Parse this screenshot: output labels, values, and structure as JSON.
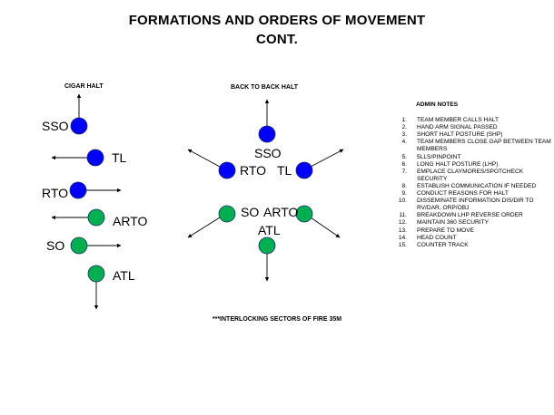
{
  "slide": {
    "title_line1": "FORMATIONS AND ORDERS OF MOVEMENT",
    "title_line2": "CONT."
  },
  "cigar": {
    "heading": "CIGAR HALT",
    "labels": {
      "sso": "SSO",
      "tl": "TL",
      "rto": "RTO",
      "arto": "ARTO",
      "so": "SO",
      "atl": "ATL"
    }
  },
  "b2b": {
    "heading": "BACK TO BACK HALT",
    "labels": {
      "sso": "SSO",
      "rto": "RTO",
      "tl": "TL",
      "so": "SO",
      "arto": "ARTO",
      "atl": "ATL"
    }
  },
  "admin": {
    "heading": "ADMIN NOTES",
    "items": [
      "TEAM MEMBER CALLS HALT",
      "HAND ARM SIGNAL PASSED",
      "SHORT HALT POSTURE (SHP)",
      "TEAM MEMBERS CLOSE GAP BETWEEN TEAM MEMBERS",
      "5LLS/PINPOINT",
      "LONG HALT POSTURE (LHP)",
      "EMPLACE CLAYMORES/SPOTCHECK SECURITY",
      "ESTABLISH COMMUNICATION IF NEEDED",
      "CONDUCT REASONS FOR HALT",
      "DISSEMINATE INFORMATION DIS/DIR TO RV/DAR, ORP/OBJ",
      "BREAKDOWN LHP REVERSE ORDER",
      "MAINTAIN 360 SECURITY",
      "PREPARE TO MOVE",
      "HEAD COUNT",
      "COUNTER TRACK"
    ]
  },
  "footer": {
    "sectors": "***INTERLOCKING SECTORS OF FIRE 35M"
  },
  "colors": {
    "blue": "#0000ff",
    "green": "#00b050",
    "outline": "#1a2a6c",
    "arrow": "#000000"
  }
}
